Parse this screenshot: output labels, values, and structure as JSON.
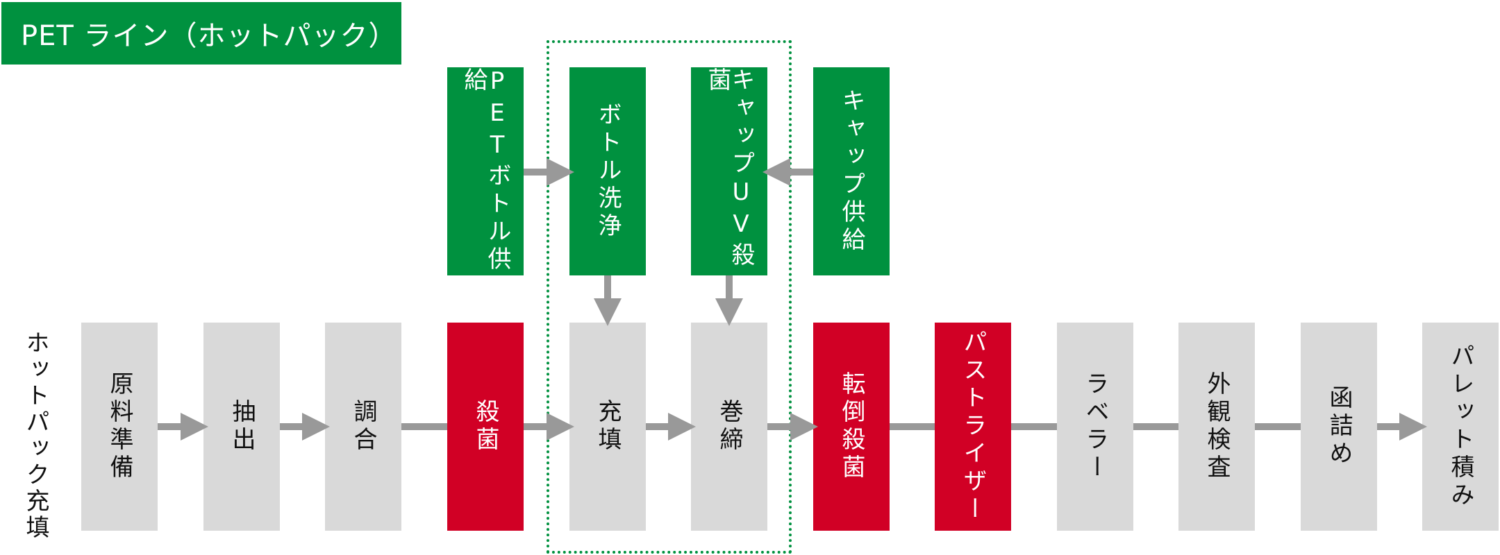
{
  "title": "PET ライン（ホットパック）",
  "side_label": "ホットパック充填",
  "top_row": [
    {
      "label": "PETボトル供給",
      "color": "green"
    },
    {
      "label": "ボトル洗浄",
      "color": "green"
    },
    {
      "label": "キャップUV殺菌",
      "color": "green"
    },
    {
      "label": "キャップ供給",
      "color": "green"
    }
  ],
  "bottom_row": [
    {
      "label": "原料準備",
      "color": "gray"
    },
    {
      "label": "抽出",
      "color": "gray"
    },
    {
      "label": "調合",
      "color": "gray"
    },
    {
      "label": "殺菌",
      "color": "red"
    },
    {
      "label": "充填",
      "color": "gray"
    },
    {
      "label": "巻締",
      "color": "gray"
    },
    {
      "label": "転倒殺菌",
      "color": "red"
    },
    {
      "label": "パストライザー",
      "color": "red"
    },
    {
      "label": "ラベラー",
      "color": "gray"
    },
    {
      "label": "外観検査",
      "color": "gray"
    },
    {
      "label": "函詰め",
      "color": "gray"
    },
    {
      "label": "パレット積み",
      "color": "gray"
    }
  ],
  "colors": {
    "green": "#00913f",
    "red": "#d10025",
    "gray": "#d9d9d9",
    "arrow": "#999999"
  }
}
